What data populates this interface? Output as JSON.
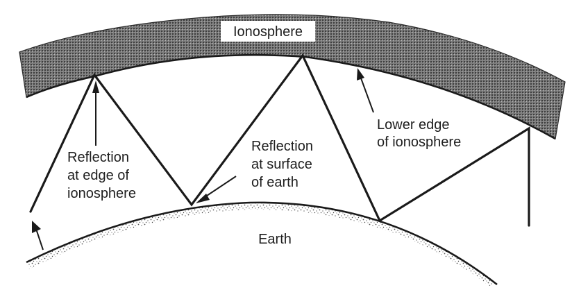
{
  "labels": {
    "ionosphere": "Ionosphere",
    "earth": "Earth",
    "lower_edge": [
      "Lower edge",
      "of ionosphere"
    ],
    "reflection_ionosphere": [
      "Reflection",
      "at edge of",
      "ionosphere"
    ],
    "reflection_earth": [
      "Reflection",
      "at surface",
      "of earth"
    ]
  },
  "colors": {
    "ink": "#1a1a1a",
    "ionosphere_fill": "#8a8a8a",
    "earth_speckle": "#5a5a5a",
    "paper": "#ffffff"
  }
}
